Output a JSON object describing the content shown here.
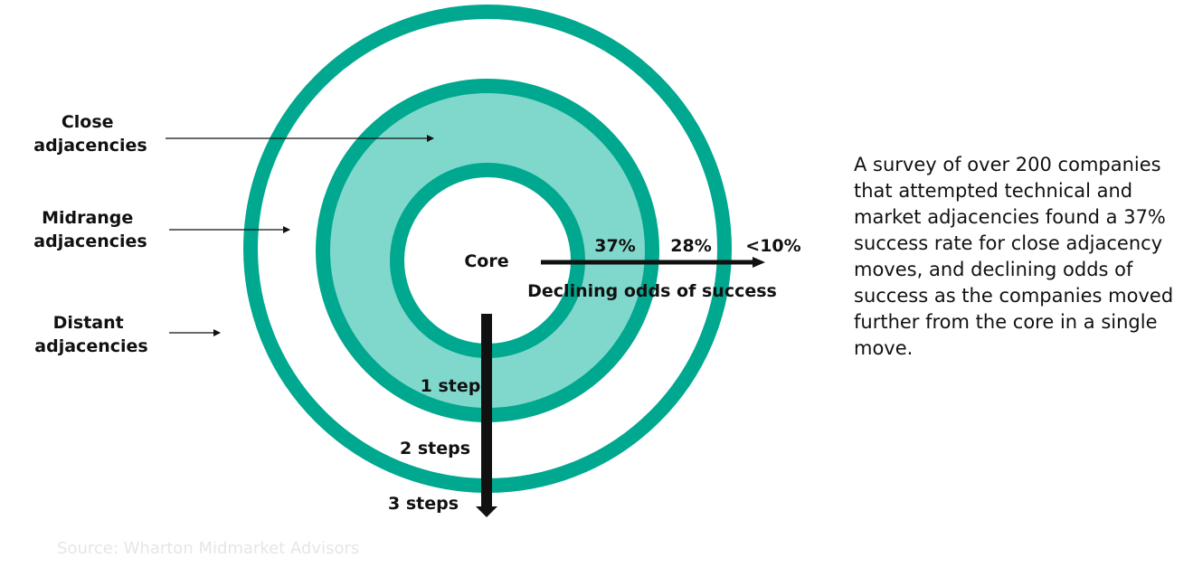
{
  "labels": {
    "close": [
      "Close",
      "adjacencies"
    ],
    "midrange": [
      "Midrange",
      "adjacencies"
    ],
    "distant": [
      "Distant",
      "adjacencies"
    ],
    "core": "Core"
  },
  "rates": {
    "close": "37%",
    "midrange": "28%",
    "distant": "<10%"
  },
  "declining_label": "Declining odds of success",
  "steps": [
    "1 step",
    "2 steps",
    "3 steps"
  ],
  "description": "A survey of over 200 companies that attempted technical and market adjacencies found a 37% success rate for close adjacency moves, and declining odds of success as the companies moved further from the core in a single move.",
  "source": "Source: Wharton Midmarket Advisors",
  "colors": {
    "ring": "#00a890",
    "ring_fill": "#80d8cc",
    "arrow": "#111111"
  }
}
